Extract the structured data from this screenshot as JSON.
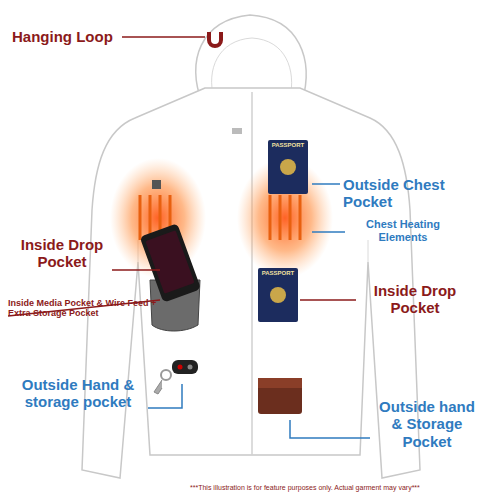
{
  "diagram": {
    "labels": [
      "Hanging Loop",
      "Inside Drop Pocket",
      "Inside Media Pocket & Wire Feed + Extra Storage Pocket",
      "Outside Hand & storage pocket",
      "Outside Chest Pocket",
      "Chest Heating Elements",
      "Inside Drop Pocket",
      "Outside hand & Storage Pocket",
      "***This illustration is for feature purposes only. Actual garment may vary***",
      "PASSPORT",
      "PASSPORT"
    ]
  }
}
